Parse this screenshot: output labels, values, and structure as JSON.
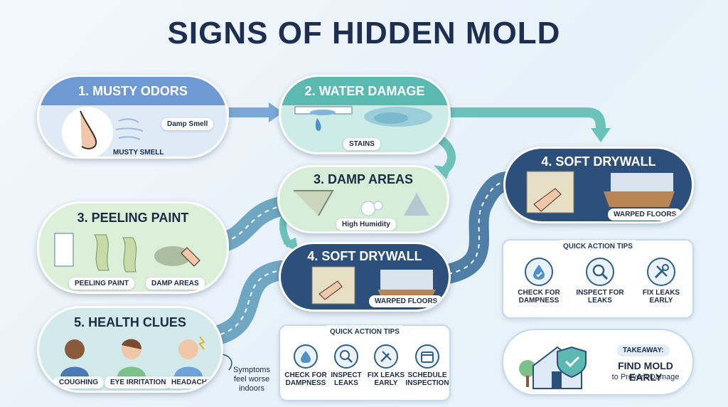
{
  "title": "SIGNS OF HIDDEN MOLD",
  "colors": {
    "navy": "#2d4f7c",
    "blue": "#6f99d3",
    "teal": "#5ab9b1",
    "green": "#7cc08a",
    "road": "#6fa7c2"
  },
  "cards": {
    "musty": {
      "title": "1. MUSTY ODORS",
      "chip1": "Damp Smell",
      "chip2": "MUSTY SMELL"
    },
    "water": {
      "title": "2. WATER DAMAGE",
      "chip1": "STAINS"
    },
    "damp": {
      "title": "3. DAMP AREAS",
      "chip1": "High Humidity"
    },
    "peeling": {
      "title": "3. PEELING PAINT",
      "chip1": "PEELING PAINT",
      "chip2": "DAMP AREAS"
    },
    "drywall_mid": {
      "title": "4. SOFT DRYWALL",
      "chip1": "WARPED FLOORS"
    },
    "drywall_right": {
      "title": "4. SOFT DRYWALL",
      "chip1": "WARPED FLOORS"
    },
    "health": {
      "title": "5. HEALTH CLUES",
      "chip1": "COUGHING",
      "chip2": "EYE IRRITATION",
      "chip3": "HEADACHES"
    }
  },
  "symptoms_note": "Symptoms feel worse indoors",
  "tips_right": {
    "title": "QUICK ACTION TIPS",
    "items": [
      {
        "icon": "water-drop-check-icon",
        "label": "CHECK FOR DAMPNESS"
      },
      {
        "icon": "magnifier-inspect-icon",
        "label": "INSPECT FOR LEAKS"
      },
      {
        "icon": "wrench-tools-icon",
        "label": "FIX LEAKS EARLY"
      }
    ]
  },
  "tips_bottom": {
    "title": "QUICK ACTION TIPS",
    "items": [
      {
        "icon": "water-drop-check-icon",
        "label": "CHECK FOR DAMPNESS"
      },
      {
        "icon": "magnifier-inspect-icon",
        "label": "INSPECT LEAKS"
      },
      {
        "icon": "wrench-tools-icon",
        "label": "FIX LEAKS EARLY"
      },
      {
        "icon": "calendar-icon",
        "label": "SCHEDULE INSPECTION"
      }
    ]
  },
  "takeaway": {
    "label": "TAKEAWAY:",
    "headline": "FIND MOLD EARLY",
    "sub": "to Prevent Damage"
  }
}
